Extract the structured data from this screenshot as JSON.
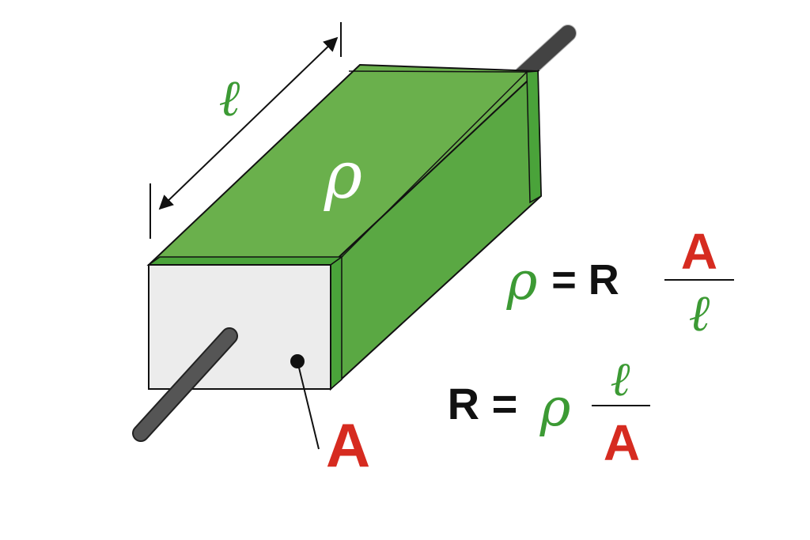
{
  "colors": {
    "block_top": "#6ab04c",
    "block_side": "#5aa843",
    "end_cap": "#4aa33a",
    "front_face": "#ececec",
    "wire": "#555555",
    "symbol_green": "#3c9a34",
    "symbol_red": "#d62b20",
    "outline": "#111111"
  },
  "labels": {
    "length_symbol": "ℓ",
    "resistivity_symbol": "ρ",
    "area_symbol": "A"
  },
  "formula_1": {
    "lhs": "ρ",
    "eq": "= R",
    "numerator": "A",
    "denominator": "ℓ"
  },
  "formula_2": {
    "lhs": "R =",
    "rho": "ρ",
    "numerator": "ℓ",
    "denominator": "A"
  }
}
